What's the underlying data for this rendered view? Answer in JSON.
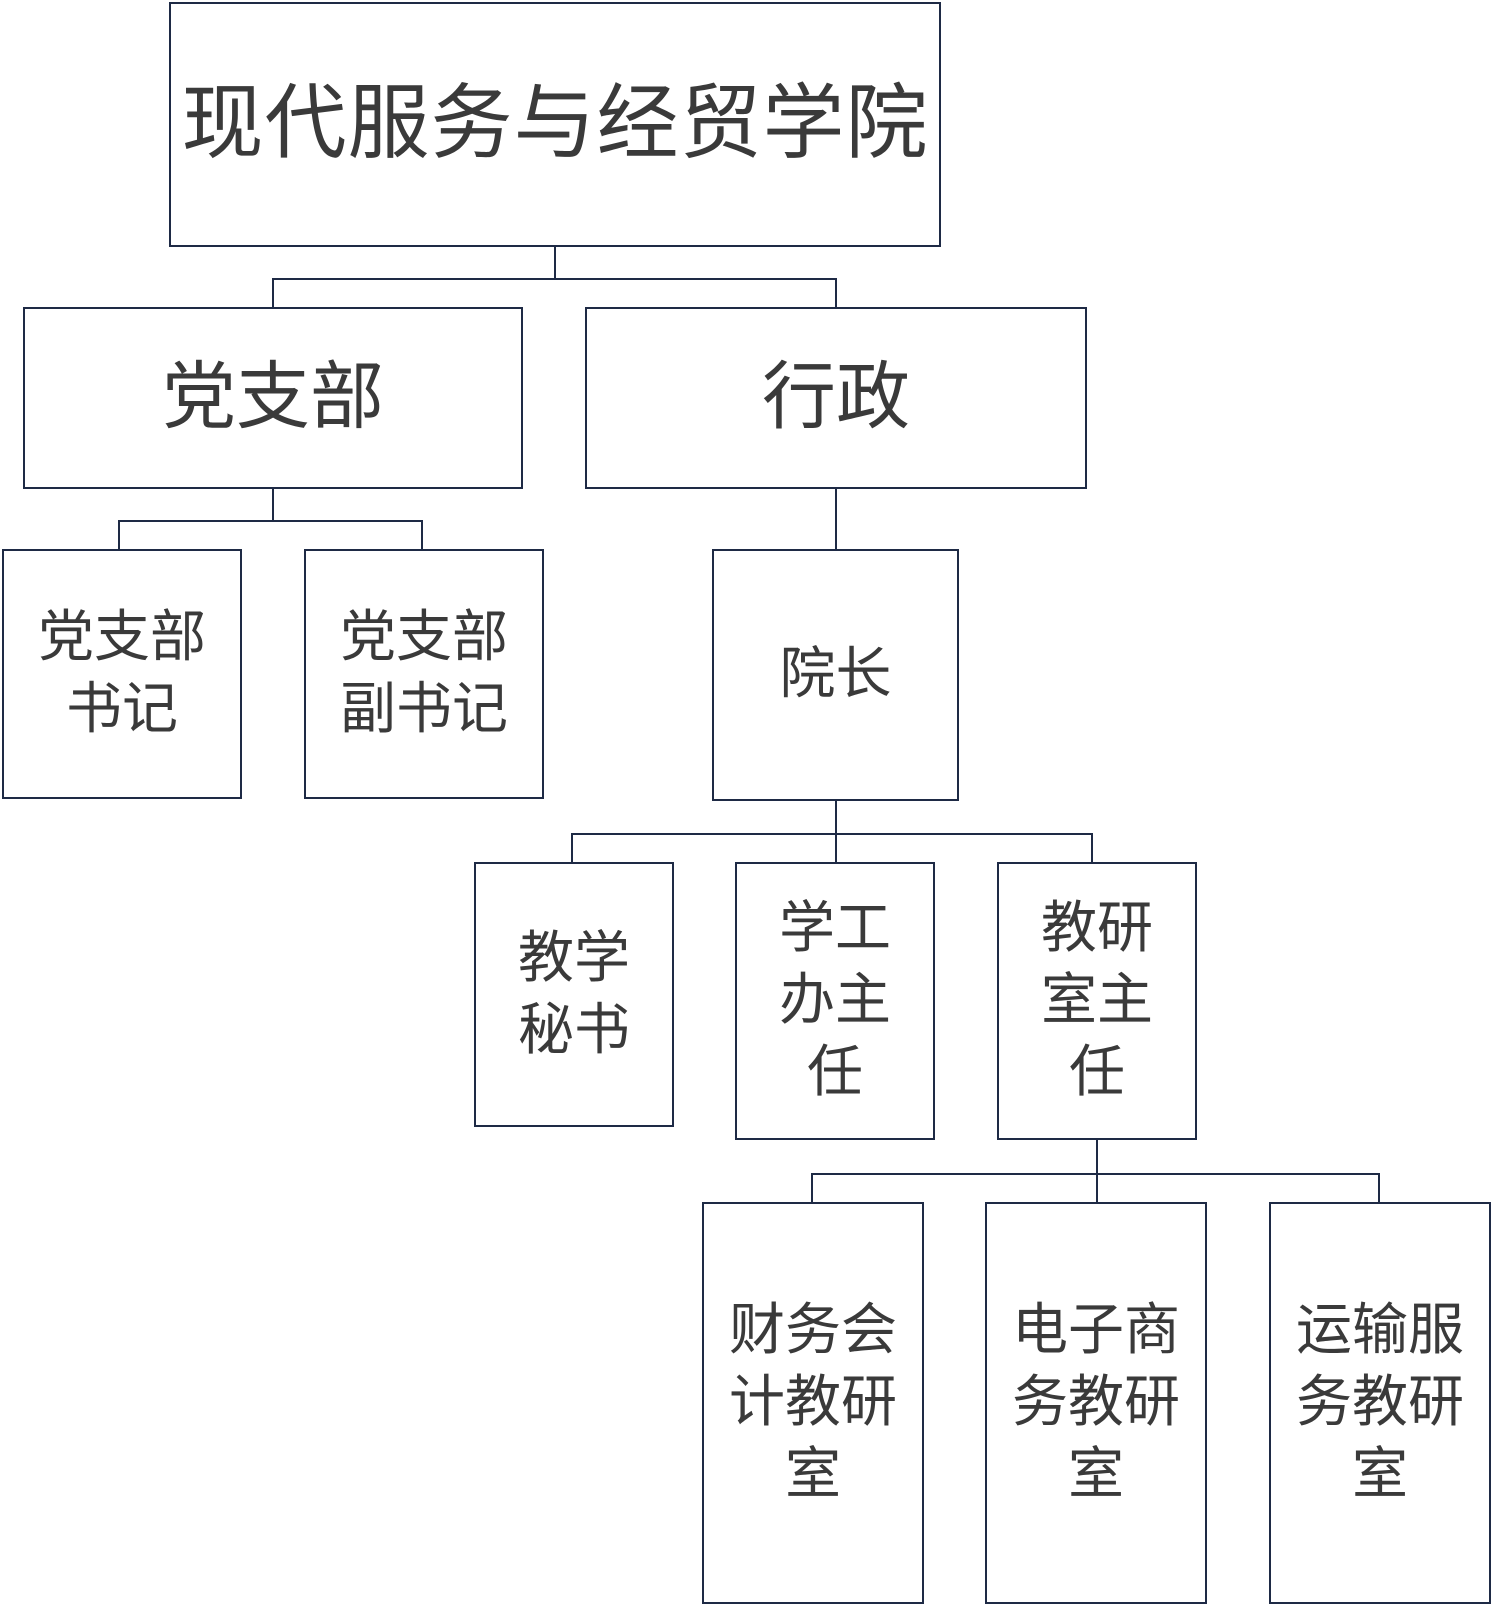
{
  "diagram": {
    "root": {
      "label": "现代服务与经贸学院"
    },
    "party_branch": {
      "label": "党支部",
      "children": [
        {
          "label": "党支部\n书记"
        },
        {
          "label": "党支部\n副书记"
        }
      ]
    },
    "administration": {
      "label": "行政",
      "dean": {
        "label": "院长",
        "children": [
          {
            "label": "教学\n秘书"
          },
          {
            "label": "学工\n办主\n任"
          },
          {
            "label": "教研\n室主\n任"
          }
        ]
      }
    },
    "teaching_offices": [
      {
        "label": "财务会\n计教研\n室"
      },
      {
        "label": "电子商\n务教研\n室"
      },
      {
        "label": "运输服\n务教研\n室"
      }
    ]
  }
}
